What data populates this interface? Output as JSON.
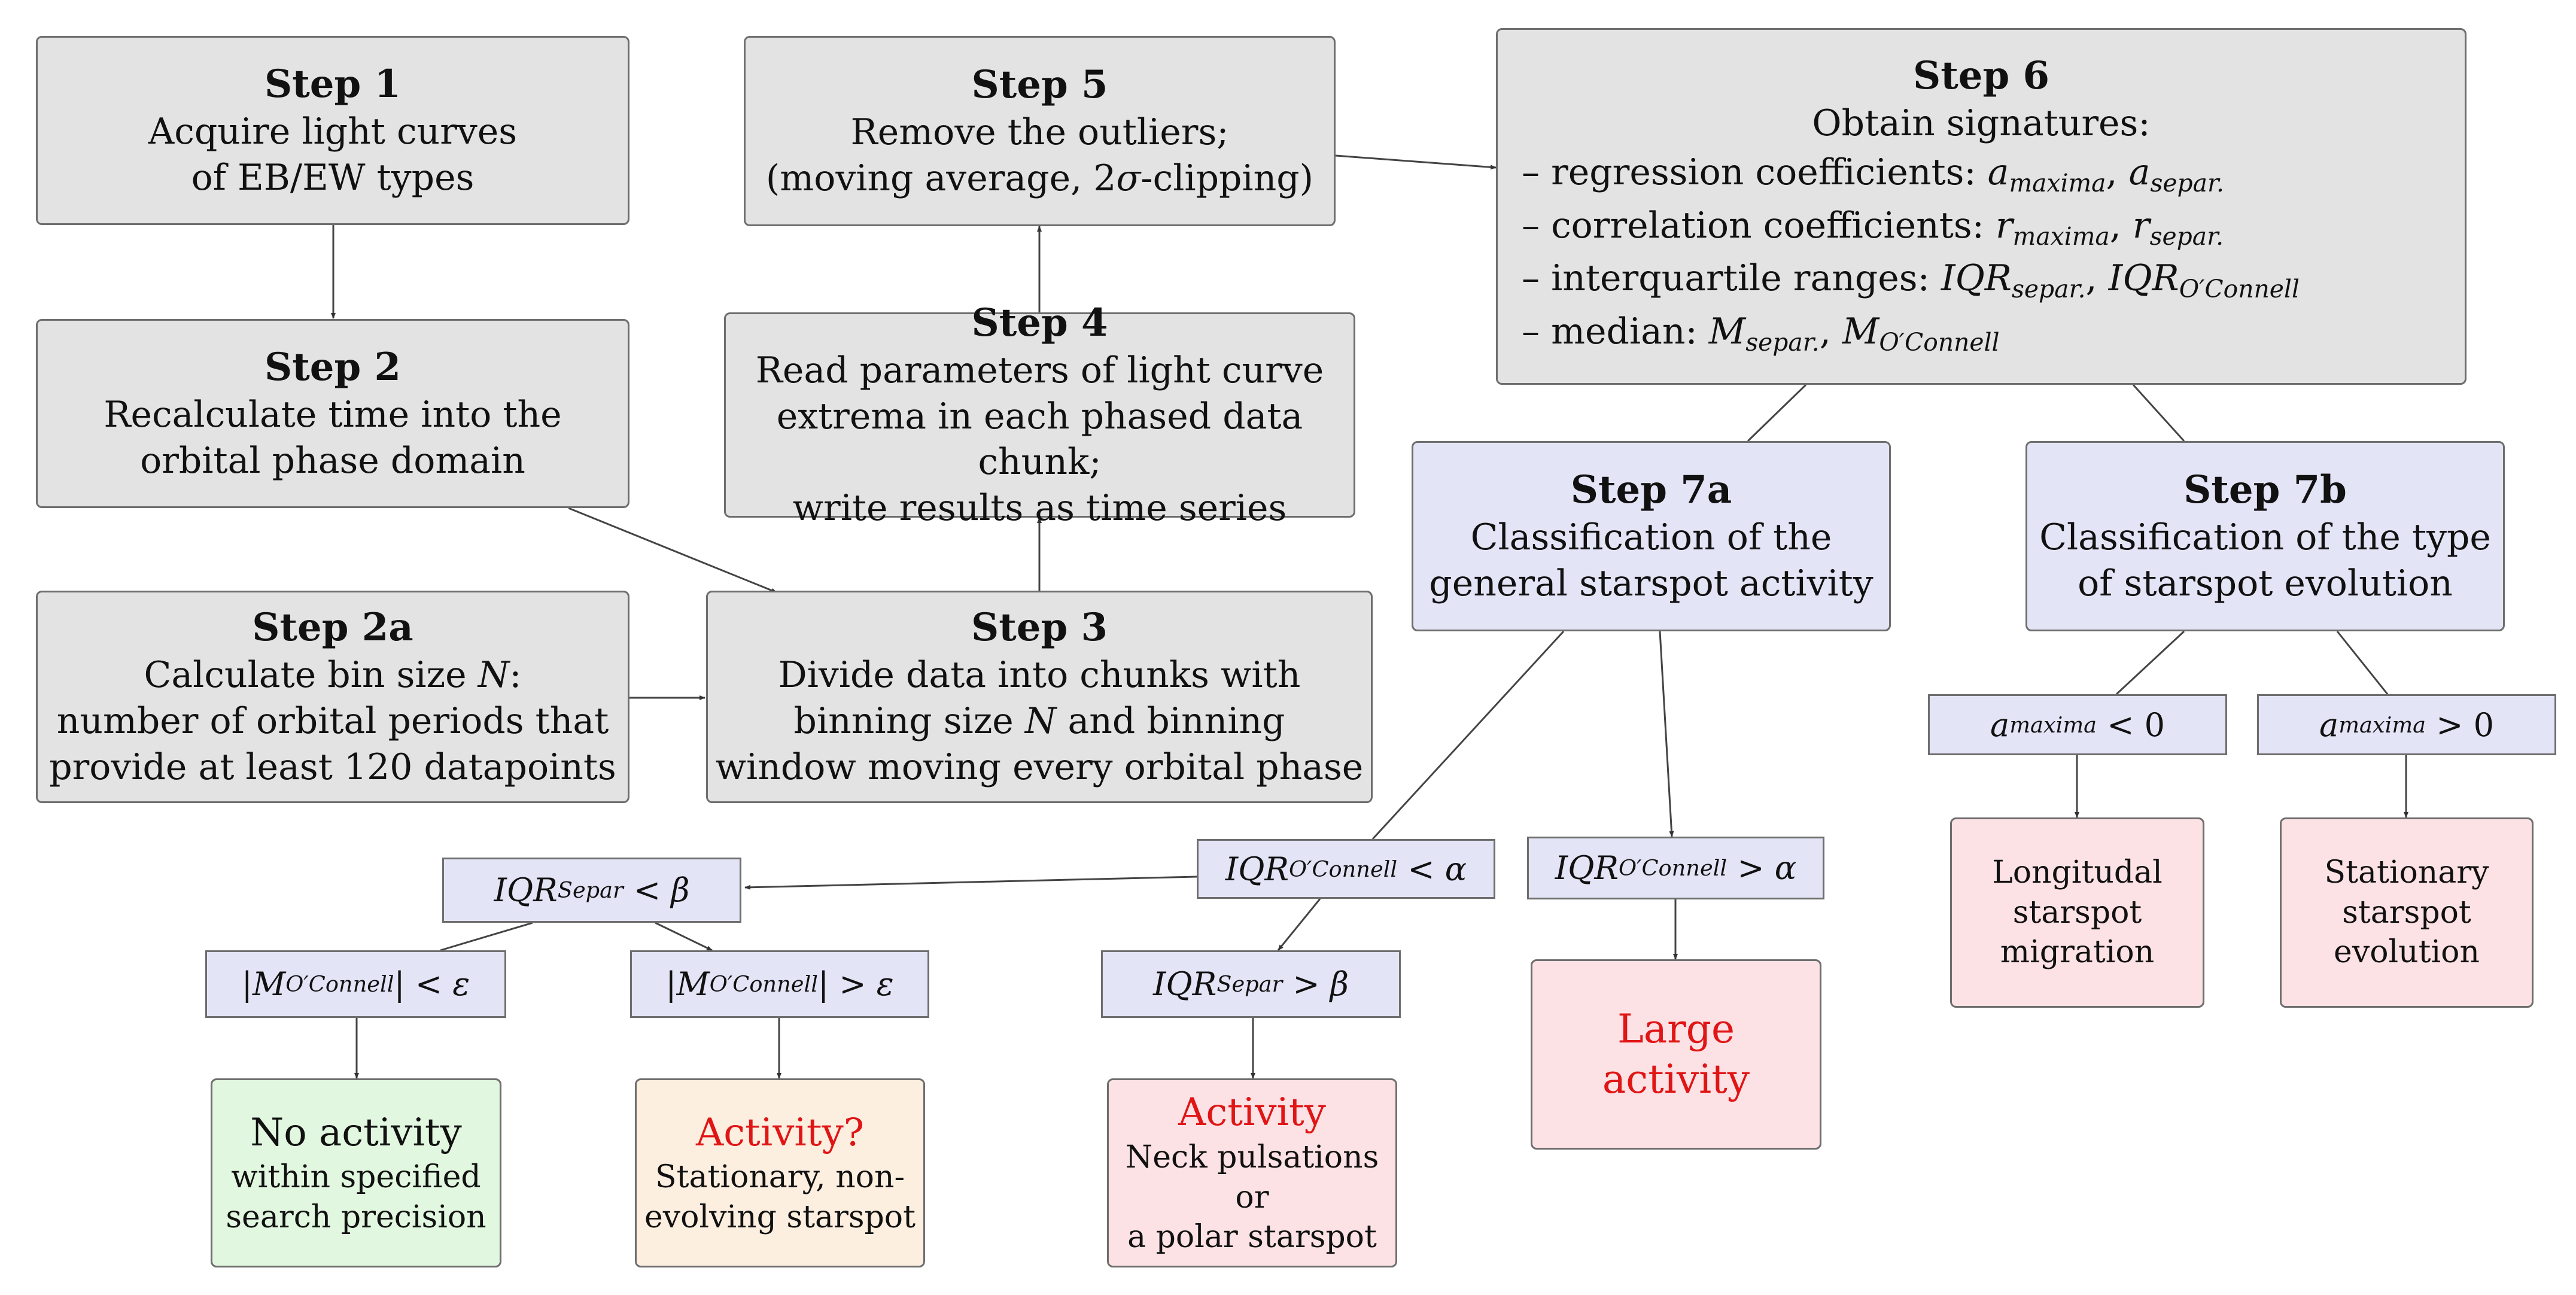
{
  "step1": {
    "title": "Step 1",
    "line1": "Acquire light curves",
    "line2": "of EB/EW types"
  },
  "step2": {
    "title": "Step 2",
    "line1": "Recalculate time into the",
    "line2": "orbital phase domain"
  },
  "step2a": {
    "title": "Step 2a",
    "line1": "Calculate bin size N:",
    "line2": "number of orbital periods that",
    "line3": "provide at least 120 datapoints"
  },
  "step3": {
    "title": "Step 3",
    "line1": "Divide data into chunks with",
    "line2": "binning size N and binning",
    "line3": "window moving every orbital phase"
  },
  "step4": {
    "title": "Step 4",
    "line1": "Read parameters of light curve",
    "line2": "extrema in each phased data chunk;",
    "line3": "write results as time series"
  },
  "step5": {
    "title": "Step 5",
    "line1": "Remove the outliers;",
    "line2": "(moving average, 2σ-clipping)"
  },
  "step6": {
    "title": "Step 6",
    "subtitle": "Obtain signatures:",
    "items": [
      "– regression coefficients: a_maxima, a_separ.",
      "– correlation coefficients: r_maxima, r_separ.",
      "– interquartile ranges: IQR_separ., IQR_O'Connell",
      "– median: M_separ., M_O'Connell"
    ]
  },
  "step7a": {
    "title": "Step 7a",
    "line1": "Classification of the",
    "line2": "general starspot activity"
  },
  "step7b": {
    "title": "Step 7b",
    "line1": "Classification of the type",
    "line2": "of starspot evolution"
  },
  "conditions": {
    "iqr_oc_lt_alpha": "IQR_O'Connell < α",
    "iqr_oc_gt_alpha": "IQR_O'Connell > α",
    "iqr_sep_lt_beta": "IQR_Separ < β",
    "iqr_sep_gt_beta": "IQR_Separ > β",
    "m_oc_lt_eps": "|M_O'Connell| < ε",
    "m_oc_gt_eps": "|M_O'Connell| > ε",
    "a_max_lt_0": "a_maxima < 0",
    "a_max_gt_0": "a_maxima > 0"
  },
  "outcomes": {
    "no_activity": {
      "title": "No activity",
      "line1": "within specified",
      "line2": "search precision"
    },
    "activity_q": {
      "title": "Activity?",
      "line1": "Stationary, non-",
      "line2": "evolving starspot"
    },
    "activity": {
      "title": "Activity",
      "line1": "Neck pulsations or",
      "line2": "a polar starspot"
    },
    "large_activity": {
      "title": "Large activity"
    },
    "longitudinal": {
      "line1": "Longitudal",
      "line2": "starspot",
      "line3": "migration"
    },
    "stationary": {
      "line1": "Stationary",
      "line2": "starspot",
      "line3": "evolution"
    }
  },
  "colors": {
    "step_fill": "#e3e3e3",
    "classification_fill": "#e4e4f7",
    "no_activity_fill": "#e1f7df",
    "activity_q_fill": "#fdefe0",
    "activity_fill": "#fde2e5",
    "highlight_text": "#e01515"
  }
}
